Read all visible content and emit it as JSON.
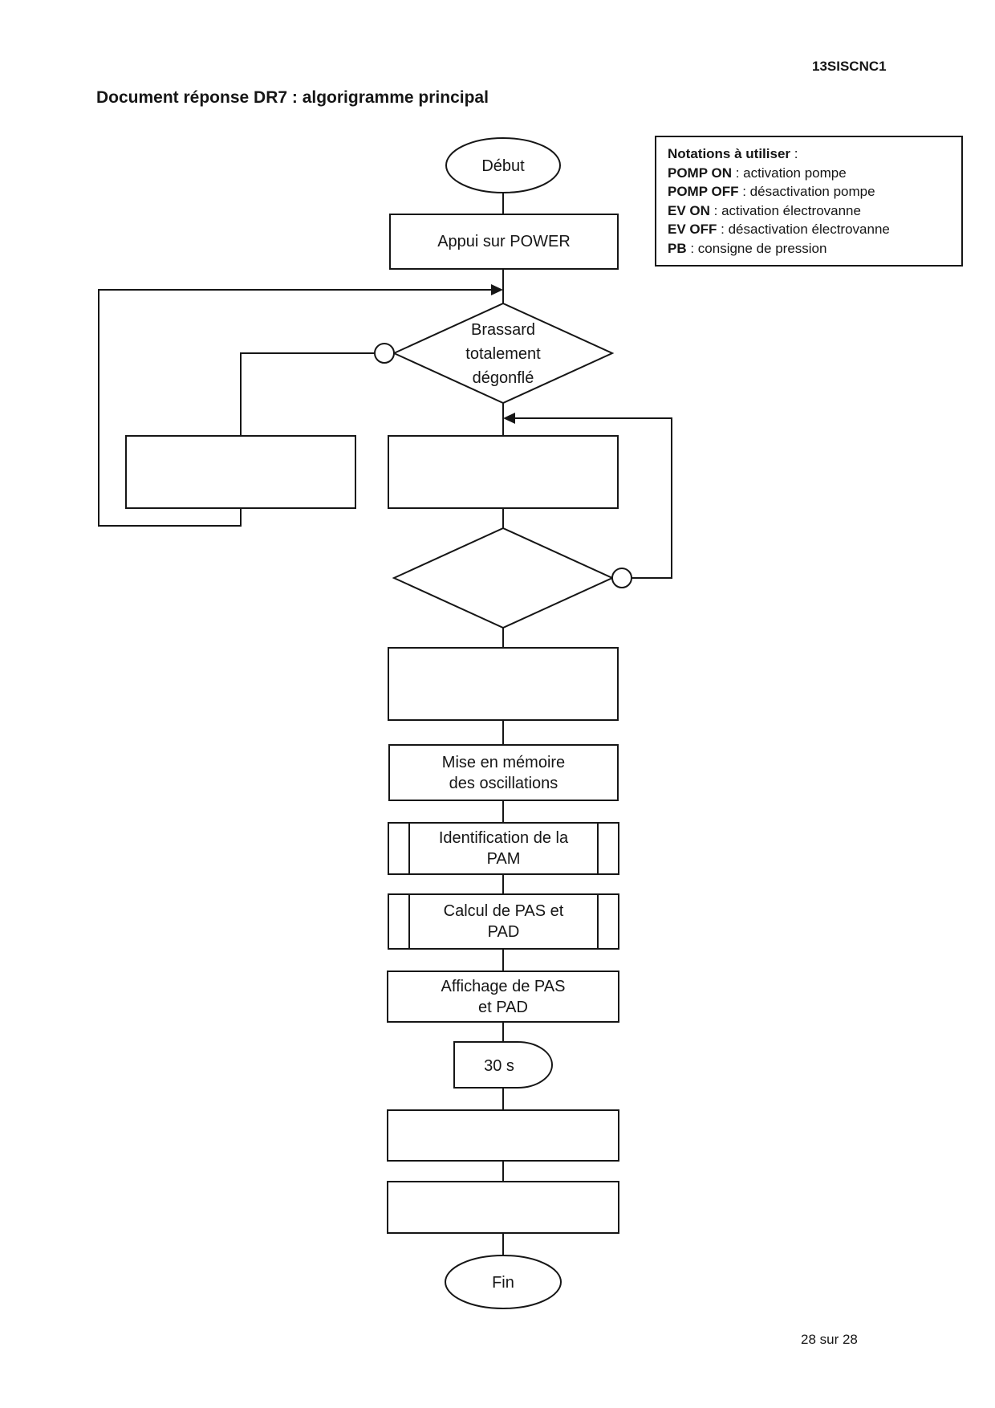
{
  "page": {
    "header_code": "13SISCNC1",
    "title": "Document réponse DR7 : algorigramme principal",
    "page_number": "28 sur 28"
  },
  "notations": {
    "lines": [
      {
        "term": "Notations à utiliser",
        "rest": " :"
      },
      {
        "term": "POMP ON",
        "rest": " : activation pompe"
      },
      {
        "term": "POMP OFF",
        "rest": " : désactivation pompe"
      },
      {
        "term": "EV ON",
        "rest": " : activation électrovanne"
      },
      {
        "term": "EV OFF",
        "rest": " : désactivation électrovanne"
      },
      {
        "term": "PB",
        "rest": " : consigne de pression"
      }
    ]
  },
  "flowchart": {
    "start": {
      "label": "Début"
    },
    "power": {
      "label": "Appui sur POWER"
    },
    "decision_deflated": {
      "line1": "Brassard",
      "line2": "totalement",
      "line3": "dégonflé"
    },
    "memory": {
      "line1": "Mise en mémoire",
      "line2": "des oscillations"
    },
    "identify_pam": {
      "line1": "Identification de la",
      "line2": "PAM"
    },
    "compute_pas_pad": {
      "line1": "Calcul de PAS et",
      "line2": "PAD"
    },
    "display_pas_pad": {
      "line1": "Affichage de PAS",
      "line2": "et PAD"
    },
    "delay": {
      "label": "30 s"
    },
    "end": {
      "label": "Fin"
    }
  },
  "colors": {
    "ink": "#161616",
    "background": "#ffffff"
  }
}
